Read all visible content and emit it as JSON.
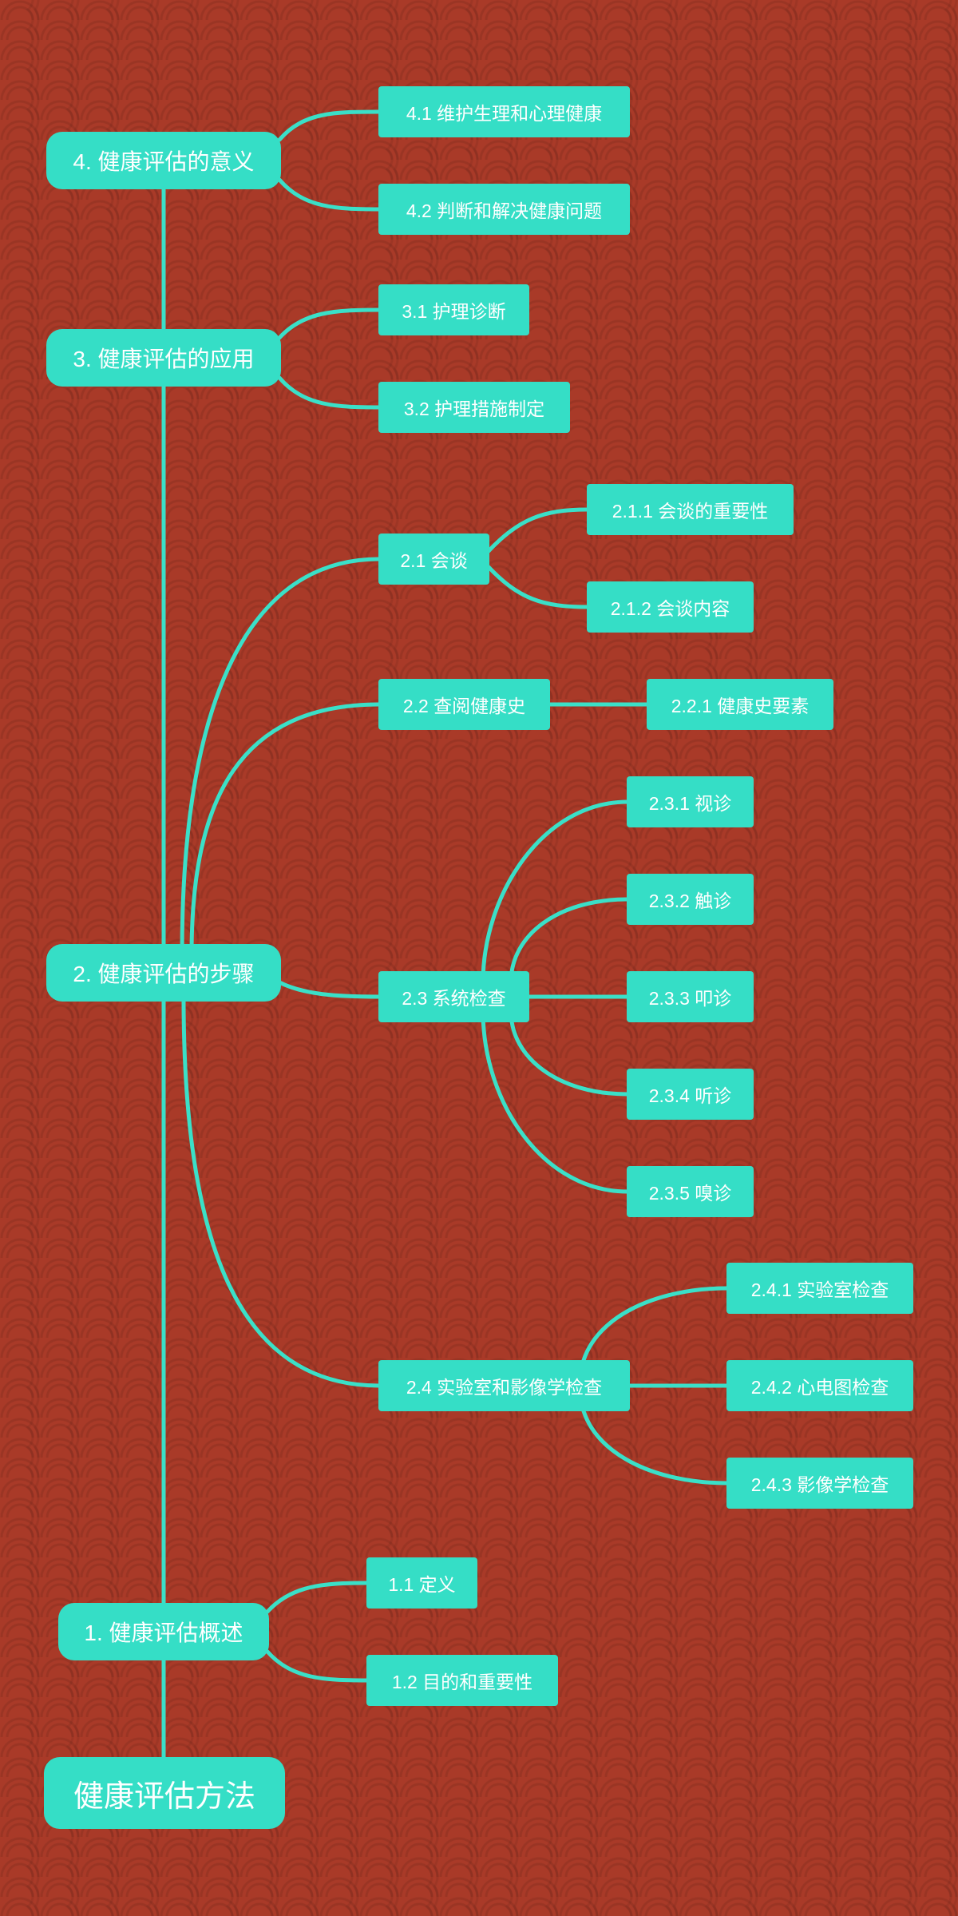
{
  "colors": {
    "background": "#a93a28",
    "node": "#35dec6",
    "link": "#3ae0c8",
    "text": "#ffffff"
  },
  "root": {
    "label": "健康评估方法"
  },
  "branches": [
    {
      "label": "1. 健康评估概述",
      "children": [
        {
          "label": "1.1 定义"
        },
        {
          "label": "1.2 目的和重要性"
        }
      ]
    },
    {
      "label": "2. 健康评估的步骤",
      "children": [
        {
          "label": "2.1 会谈",
          "children": [
            {
              "label": "2.1.1 会谈的重要性"
            },
            {
              "label": "2.1.2 会谈内容"
            }
          ]
        },
        {
          "label": "2.2 查阅健康史",
          "children": [
            {
              "label": "2.2.1 健康史要素"
            }
          ]
        },
        {
          "label": "2.3 系统检查",
          "children": [
            {
              "label": "2.3.1 视诊"
            },
            {
              "label": "2.3.2 触诊"
            },
            {
              "label": "2.3.3 叩诊"
            },
            {
              "label": "2.3.4 听诊"
            },
            {
              "label": "2.3.5 嗅诊"
            }
          ]
        },
        {
          "label": "2.4 实验室和影像学检查",
          "children": [
            {
              "label": "2.4.1 实验室检查"
            },
            {
              "label": "2.4.2 心电图检查"
            },
            {
              "label": "2.4.3 影像学检查"
            }
          ]
        }
      ]
    },
    {
      "label": "3. 健康评估的应用",
      "children": [
        {
          "label": "3.1 护理诊断"
        },
        {
          "label": "3.2 护理措施制定"
        }
      ]
    },
    {
      "label": "4. 健康评估的意义",
      "children": [
        {
          "label": "4.1 维护生理和心理健康"
        },
        {
          "label": "4.2 判断和解决健康问题"
        }
      ]
    }
  ]
}
